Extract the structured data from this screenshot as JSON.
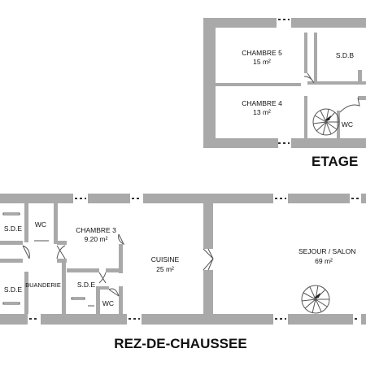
{
  "floors": {
    "upper": {
      "title": "ETAGE",
      "rooms": [
        {
          "name": "CHAMBRE 5",
          "area": "15 m²"
        },
        {
          "name": "CHAMBRE 4",
          "area": "13 m²"
        },
        {
          "name": "S.D.B",
          "area": ""
        },
        {
          "name": "WC",
          "area": ""
        }
      ]
    },
    "ground": {
      "title": "REZ-DE-CHAUSSEE",
      "rooms": [
        {
          "name": "S.D.E",
          "area": ""
        },
        {
          "name": "WC",
          "area": ""
        },
        {
          "name": "CHAMBRE 3",
          "area": "9.20 m²"
        },
        {
          "name": "S.D.E",
          "area": ""
        },
        {
          "name": "BUANDERIE",
          "area": ""
        },
        {
          "name": "S.D.E",
          "area": ""
        },
        {
          "name": "WC",
          "area": ""
        },
        {
          "name": "CUISINE",
          "area": "25 m²"
        },
        {
          "name": "SEJOUR / SALON",
          "area": "69 m²"
        }
      ]
    }
  },
  "colors": {
    "wall": "#a9a9a9",
    "line": "#333333",
    "text": "#111111"
  }
}
